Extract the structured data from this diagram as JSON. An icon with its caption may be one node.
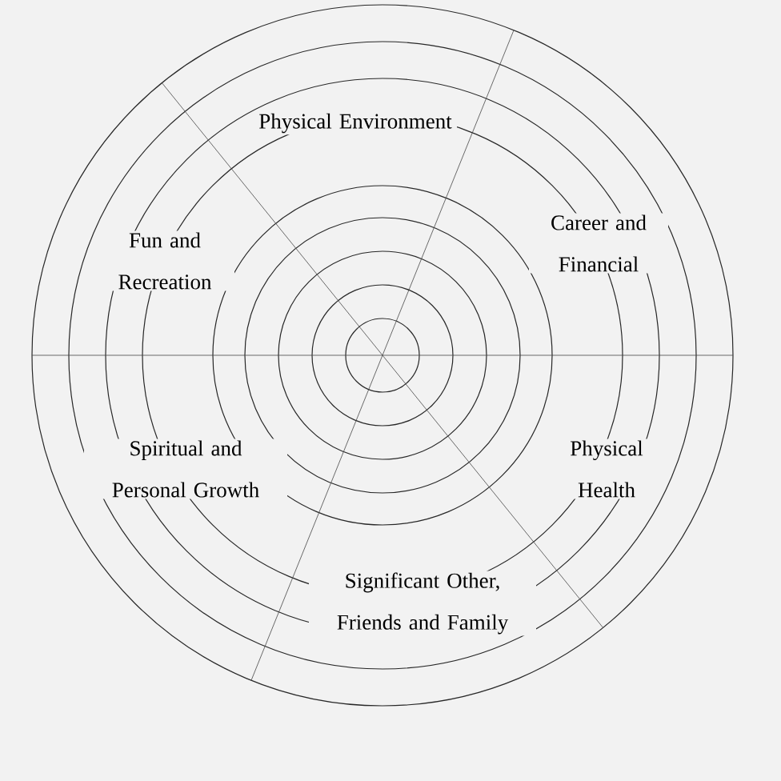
{
  "diagram": {
    "labels": [
      "Physical Environment",
      "Fun and Recreation",
      "Career and Financial",
      "Spiritual and Personal Growth",
      "Physical Health",
      "Significant Other, Friends and Family"
    ]
  }
}
